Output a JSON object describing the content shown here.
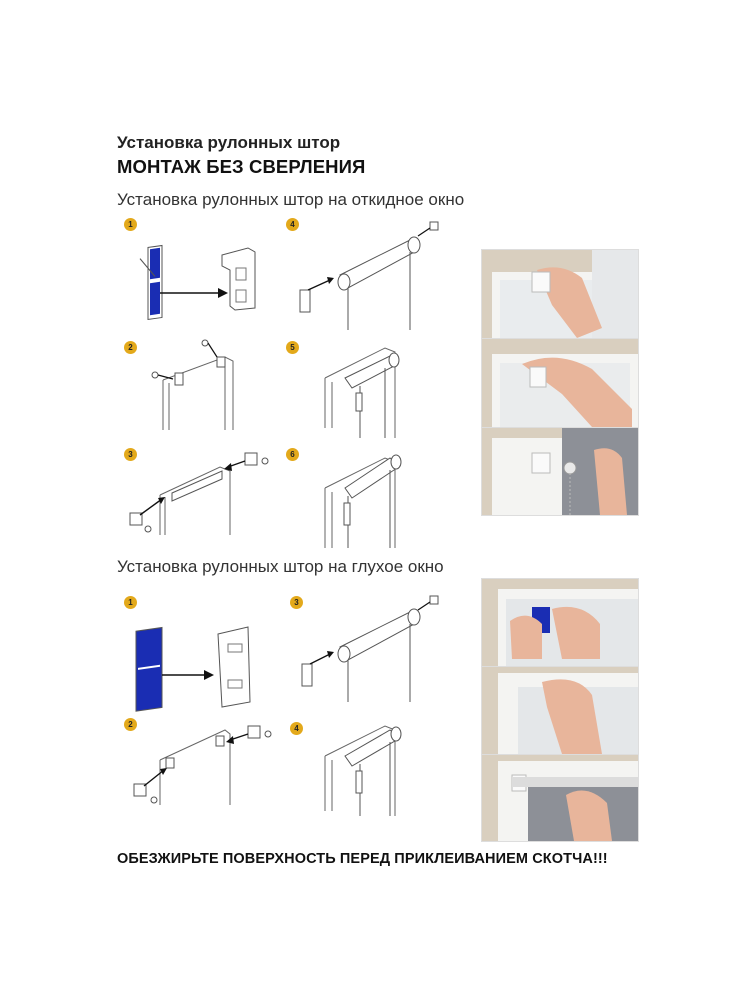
{
  "header": {
    "title": "Установка рулонных штор",
    "subtitle": "МОНТАЖ БЕЗ СВЕРЛЕНИЯ"
  },
  "section1": {
    "heading": "Установка рулонных штор на откидное окно",
    "steps": [
      "1",
      "2",
      "3",
      "4",
      "5",
      "6"
    ]
  },
  "section2": {
    "heading": "Установка рулонных штор на глухое окно",
    "steps": [
      "1",
      "2",
      "3",
      "4"
    ]
  },
  "footer": {
    "warning": "ОБЕЗЖИРЬТЕ ПОВЕРХНОСТЬ ПЕРЕД ПРИКЛЕИВАНИЕМ СКОТЧА!!!"
  },
  "colors": {
    "badge": "#e3a91b",
    "tape_blue": "#1a2db3",
    "fabric_gray": "#8d9097"
  }
}
